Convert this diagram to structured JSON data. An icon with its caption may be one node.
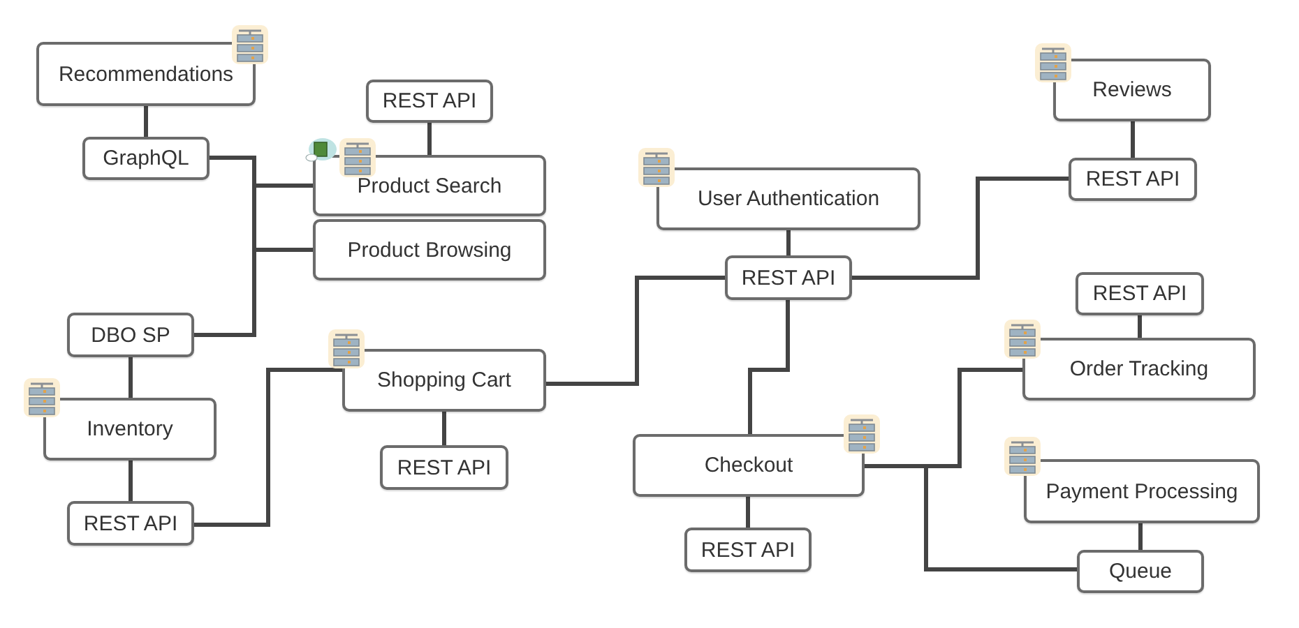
{
  "diagram": {
    "nodes": [
      {
        "text": [
          "Recommendations"
        ]
      },
      {
        "text": [
          "GraphQL"
        ]
      },
      {
        "text": [
          "REST API"
        ]
      },
      {
        "text": [
          "Product Search"
        ]
      },
      {
        "text": [
          "Product Browsing"
        ]
      },
      {
        "text": [
          "DBO SP"
        ]
      },
      {
        "text": [
          "Inventory"
        ]
      },
      {
        "text": [
          "REST API"
        ]
      },
      {
        "text": [
          "Shopping Cart"
        ]
      },
      {
        "text": [
          "REST API"
        ]
      },
      {
        "text": [
          "User Authentication"
        ]
      },
      {
        "text": [
          "REST API"
        ]
      },
      {
        "text": [
          "Reviews"
        ]
      },
      {
        "text": [
          "REST API"
        ]
      },
      {
        "text": [
          "Checkout"
        ]
      },
      {
        "text": [
          "REST API"
        ]
      },
      {
        "text": [
          "REST API"
        ]
      },
      {
        "text": [
          "Order Tracking"
        ]
      },
      {
        "text": [
          "Payment Processing"
        ]
      },
      {
        "text": [
          "Queue"
        ]
      }
    ],
    "edges": [
      {
        "from": 0,
        "to": 1,
        "arrow": "none"
      },
      {
        "from": 1,
        "to": 3,
        "arrow": "none"
      },
      {
        "from": 1,
        "to": 4,
        "arrow": "none"
      },
      {
        "from": 5,
        "to": 3,
        "arrow": "none"
      },
      {
        "from": 5,
        "to": 4,
        "arrow": "none"
      },
      {
        "from": 2,
        "to": 3,
        "arrow": "none"
      },
      {
        "from": 5,
        "to": 6,
        "arrow": "none"
      },
      {
        "from": 6,
        "to": 7,
        "arrow": "none"
      },
      {
        "from": 7,
        "to": 8,
        "arrow": "none"
      },
      {
        "from": 8,
        "to": 9,
        "arrow": "none"
      },
      {
        "from": 8,
        "to": 11,
        "arrow": "none"
      },
      {
        "from": 10,
        "to": 11,
        "arrow": "none"
      },
      {
        "from": 11,
        "to": 13,
        "arrow": "none"
      },
      {
        "from": 12,
        "to": 13,
        "arrow": "none"
      },
      {
        "from": 11,
        "to": 14,
        "arrow": "none"
      },
      {
        "from": 14,
        "to": 15,
        "arrow": "none"
      },
      {
        "from": 14,
        "to": 17,
        "arrow": "none"
      },
      {
        "from": 14,
        "to": 19,
        "arrow": "none"
      },
      {
        "from": 16,
        "to": 17,
        "arrow": "none"
      },
      {
        "from": 18,
        "to": 19,
        "arrow": "none"
      }
    ]
  }
}
